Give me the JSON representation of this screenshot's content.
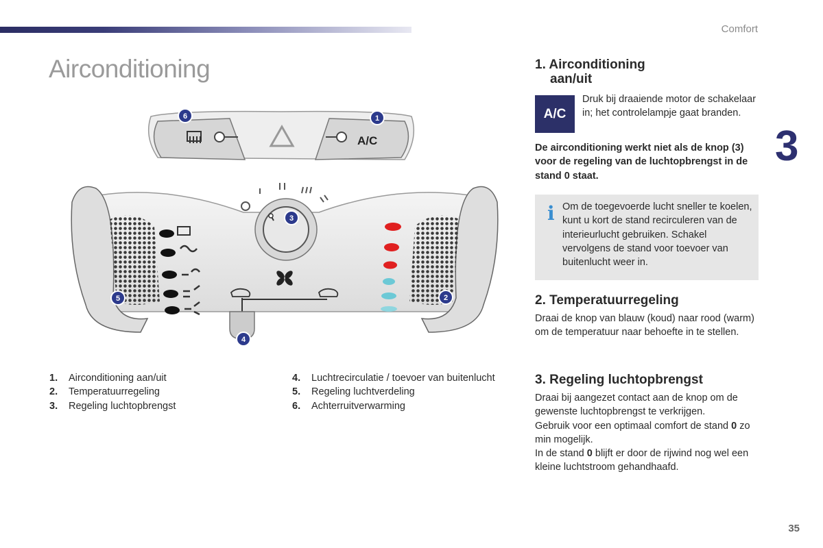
{
  "header": {
    "section": "Comfort",
    "title": "Airconditioning"
  },
  "chapter": "3",
  "page_number": "35",
  "diagram": {
    "ac_button_label": "A/C",
    "callouts": [
      "1",
      "2",
      "3",
      "4",
      "5",
      "6"
    ],
    "icon_names": [
      "rear-defrost-icon",
      "hazard-icon",
      "fan-icon",
      "recirculation-icon",
      "fresh-air-icon"
    ]
  },
  "legend": {
    "left": [
      {
        "num": "1.",
        "label": "Airconditioning aan/uit"
      },
      {
        "num": "2.",
        "label": "Temperatuurregeling"
      },
      {
        "num": "3.",
        "label": "Regeling luchtopbrengst"
      }
    ],
    "right": [
      {
        "num": "4.",
        "label": "Luchtrecirculatie / toevoer van buitenlucht"
      },
      {
        "num": "5.",
        "label": "Regeling luchtverdeling"
      },
      {
        "num": "6.",
        "label": "Achterruitverwarming"
      }
    ]
  },
  "section1": {
    "heading_line1": "1. Airconditioning",
    "heading_line2": "aan/uit",
    "badge": "A/C",
    "desc": "Druk bij draaiende motor de schakelaar in; het controlelampje gaat branden.",
    "warning": "De airconditioning werkt niet als de knop (3) voor de regeling van de luchtopbrengst in de stand 0 staat."
  },
  "info": {
    "icon": "i",
    "text": "Om de toegevoerde lucht sneller te koelen, kunt u kort de stand recirculeren van de interieurlucht gebruiken. Schakel vervolgens de stand voor toevoer van buitenlucht weer in."
  },
  "section2": {
    "heading": "2. Temperatuurregeling",
    "text": "Draai de knop van blauw (koud) naar rood (warm) om de temperatuur naar behoefte in te stellen."
  },
  "section3": {
    "heading": "3. Regeling luchtopbrengst",
    "line1": "Draai bij aangezet contact aan de knop om de gewenste luchtopbrengst te verkrijgen.",
    "line2a": "Gebruik voor een optimaal comfort de stand ",
    "line2b": "0",
    "line2c": " zo min mogelijk.",
    "line3a": "In de stand ",
    "line3b": "0",
    "line3c": " blijft er door de rijwind nog wel een kleine luchtstroom gehandhaafd."
  },
  "colors": {
    "accent": "#2c3068",
    "callout": "#2c3a8c",
    "info_icon": "#3a8ed0"
  }
}
